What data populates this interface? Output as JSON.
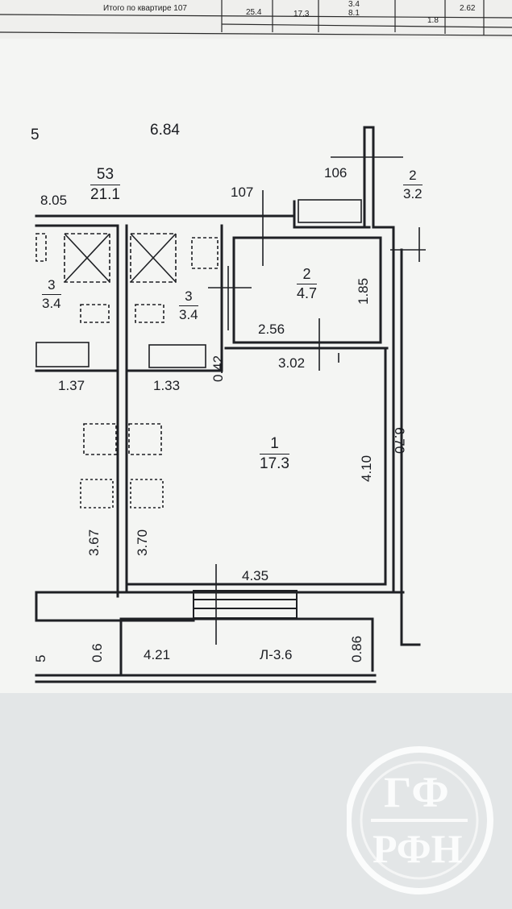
{
  "table": {
    "summary_label": "Итого по квартире 107",
    "cells": [
      "25.4",
      "17.3",
      "3.4",
      "8.1",
      "1.8",
      "2.62"
    ]
  },
  "plan": {
    "corner_number": "5",
    "top_width": "6.84",
    "dim_left_width": "8.05",
    "apt_53": {
      "number": "53",
      "area": "21.1"
    },
    "apt_107": "107",
    "apt_106": "106",
    "room_2_small": {
      "number": "2",
      "area": "3.2"
    },
    "bath_left": {
      "number": "3",
      "area": "3.4"
    },
    "bath_right": {
      "number": "3",
      "area": "3.4"
    },
    "room_2": {
      "number": "2",
      "area": "4.7"
    },
    "room_1": {
      "number": "1",
      "area": "17.3"
    },
    "dims": {
      "d_1_85": "1.85",
      "d_2_56": "2.56",
      "d_3_02": "3.02",
      "d_0_42": "0.42",
      "d_1_37": "1.37",
      "d_1_33": "1.33",
      "d_4_10": "4.10",
      "d_6_70": "6.70",
      "d_3_67": "3.67",
      "d_3_70": "3.70",
      "d_4_35": "4.35",
      "d_4_21": "4.21",
      "d_0_86": "0.86",
      "d_0_6": "0.6",
      "balcony": "Л-3.6",
      "d_edge": "5"
    }
  },
  "logo": {
    "top_letters": "ГФ",
    "bottom_letters": "РФН"
  },
  "colors": {
    "paper": "#f5f6f4",
    "ink": "#1b1d22",
    "background": "#e7e9ea"
  }
}
